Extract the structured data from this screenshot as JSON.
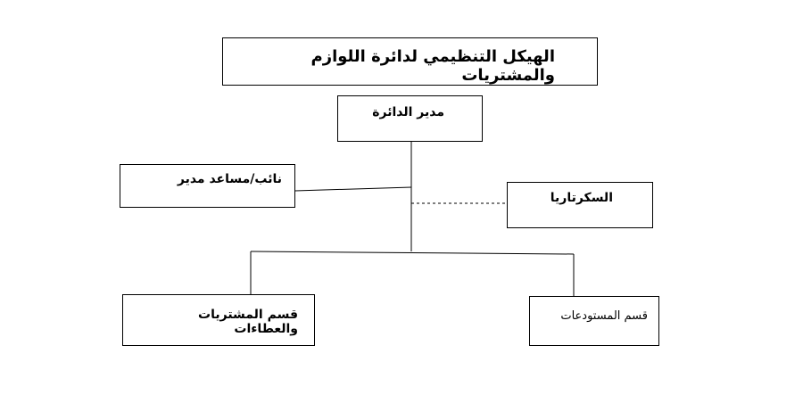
{
  "diagram": {
    "title": "الهيكل التنظيمي لدائرة اللوازم والمشتريات",
    "nodes": {
      "director": "مدير الدائرة",
      "deputy": "نائب/مساعد مدير",
      "secretary": "السكرتاريا",
      "procurement": "قسم المشتريات والعطاءات",
      "warehouses": "قسم المستودعات"
    },
    "line_color": "#000000",
    "dashed_link": "secretary"
  }
}
